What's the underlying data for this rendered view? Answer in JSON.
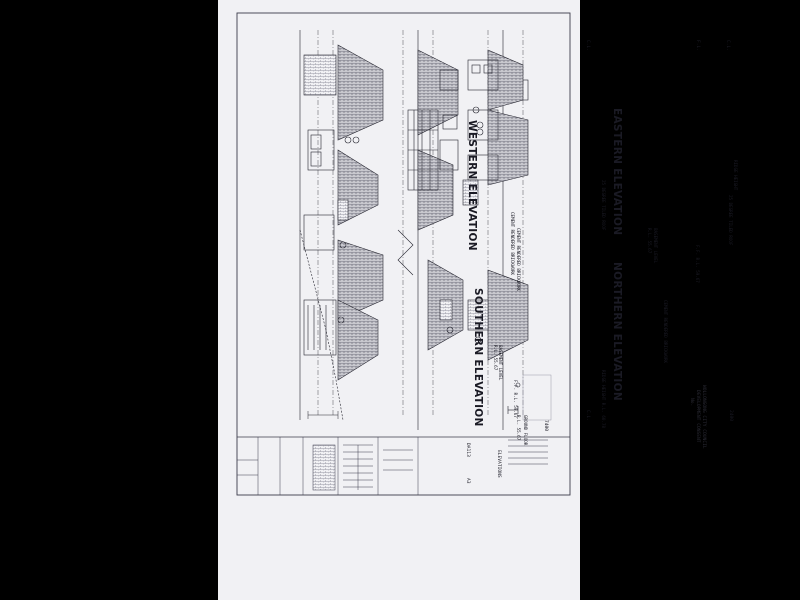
{
  "titles": {
    "western": "WESTERN ELEVATION",
    "southern": "SOUTHERN ELEVATION",
    "eastern": "EASTERN ELEVATION",
    "northern": "NORTHERN ELEVATION"
  },
  "notes": {
    "ridge_height": "RIDGE HEIGHT",
    "roof_degrees": "25 DEGREE TILED ROOF",
    "roof_degrees_west": "25 DEGREE TILED ROOF",
    "cement_rendered": "CEMENT RENDERED BRICKWORK",
    "cement_rendered_north": "CEMENT RENDERED BRICKWORK",
    "ff_level_west": "F.F. R.L. 59.67",
    "ff_level_north": "F.F. R.L. 59.67",
    "ground_floor": "GROUND FLOOR",
    "ground_level_west": "R.L. 55.67",
    "basement_level": "BASEMENT LEVEL",
    "basement_rl": "R.L. 55.67",
    "ridge_rl": "RIDGE HEIGHT R.L. 60.78",
    "fl_marker": "F.L.",
    "cl_marker": "C.L.",
    "dimension_7400": "7400",
    "dimension_2400": "2400"
  },
  "stamp": {
    "council": "WOLLONGONG CITY COUNCIL",
    "consent": "DEVELOPMENT CONSENT",
    "ref": "No."
  },
  "titleblock": {
    "sheet": "DA113",
    "scale": "A3",
    "job": "ELEVATIONS"
  }
}
